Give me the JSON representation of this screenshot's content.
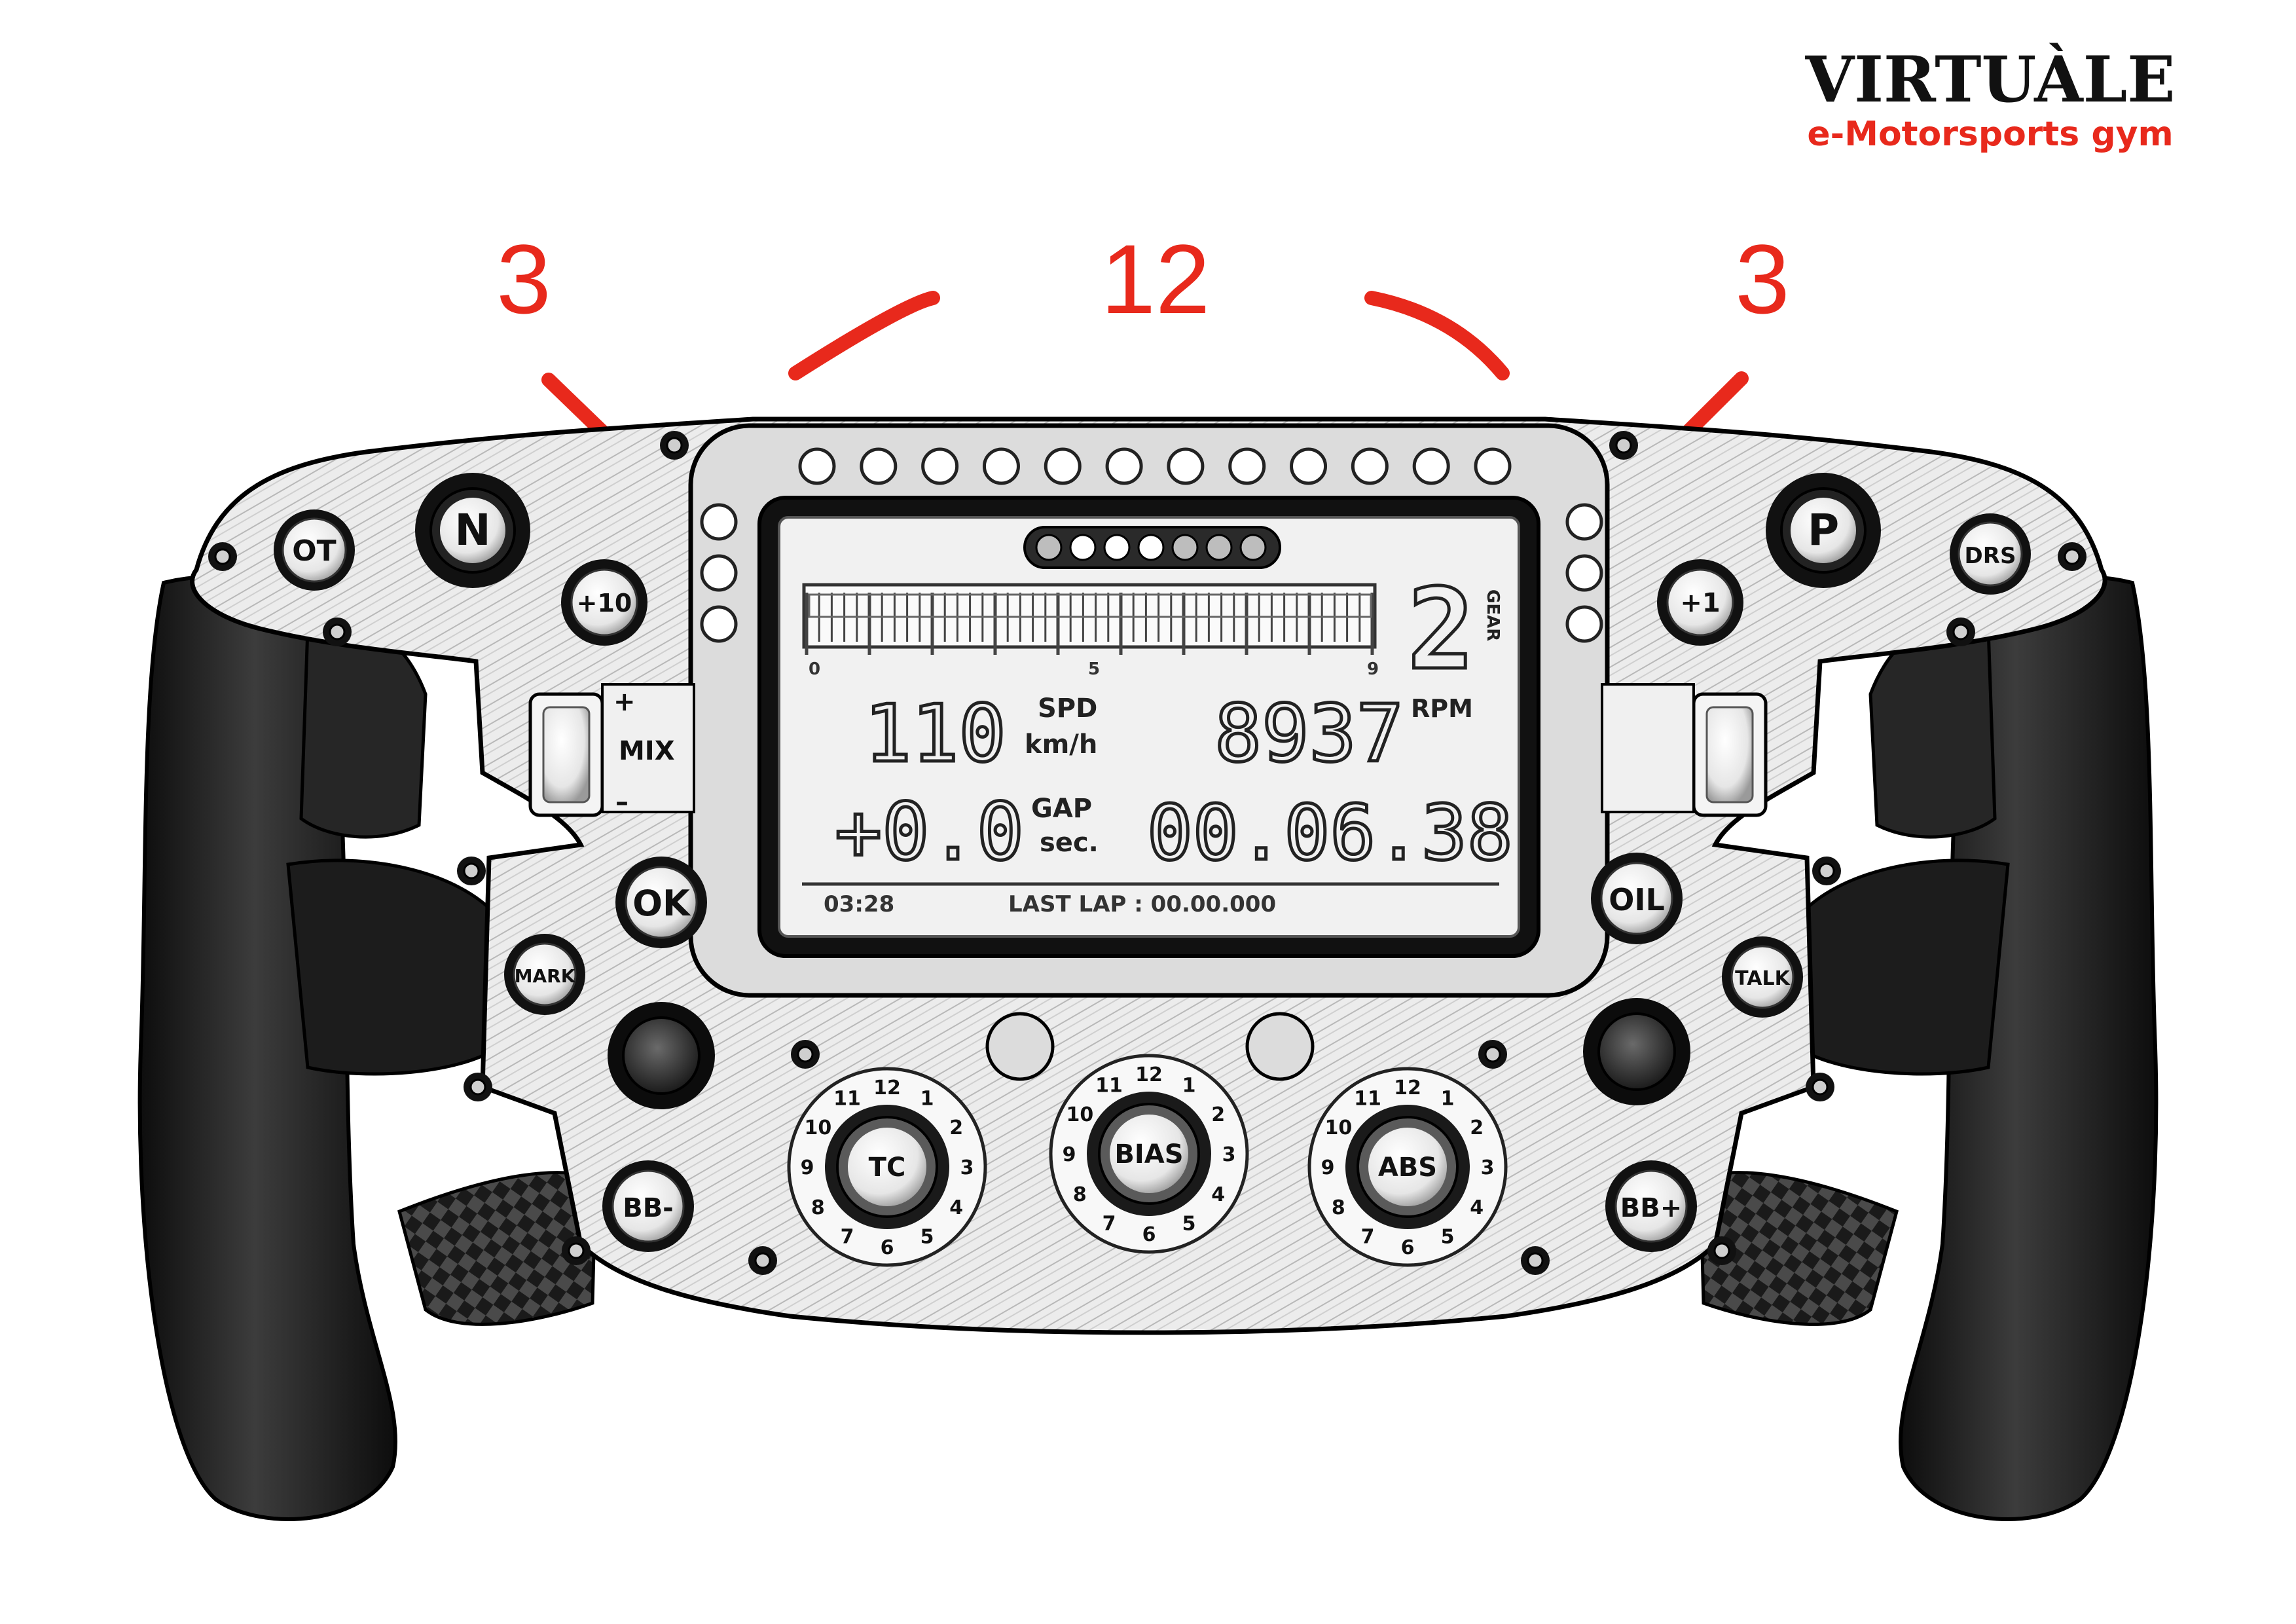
{
  "brand": {
    "title": "VIRTUÀLE",
    "subtitle": "e-Motorsports gym",
    "accent_color": "#e8291c"
  },
  "callouts": {
    "left_count": "3",
    "top_count": "12",
    "right_count": "3"
  },
  "leds": {
    "top_count": 12,
    "left_count": 3,
    "right_count": 3,
    "center_count": 7
  },
  "buttons": {
    "ot": "OT",
    "n": "N",
    "plus10": "+10",
    "mix": "MIX",
    "mix_plus": "+",
    "mix_minus": "–",
    "ok": "OK",
    "mark": "MARK",
    "bb_minus": "BB-",
    "p": "P",
    "drs": "DRS",
    "plus1": "+1",
    "oil": "OIL",
    "talk": "TALK",
    "bb_plus": "BB+"
  },
  "display": {
    "gear": "2",
    "gear_label": "GEAR",
    "rpm_ticks": [
      "0",
      "5",
      "9"
    ],
    "speed": "110",
    "speed_label": "SPD",
    "speed_unit": "km/h",
    "rpm": "8937",
    "rpm_label": "RPM",
    "gap": "+0.0",
    "gap_label": "GAP",
    "gap_unit": "sec.",
    "laptime": "00.06.38",
    "clock": "03:28",
    "last_lap": "LAST LAP : 00.00.000"
  },
  "dials": [
    {
      "label": "TC",
      "positions": [
        "12",
        "1",
        "2",
        "3",
        "4",
        "5",
        "6",
        "7",
        "8",
        "9",
        "10",
        "11"
      ]
    },
    {
      "label": "BIAS",
      "positions": [
        "12",
        "1",
        "2",
        "3",
        "4",
        "5",
        "6",
        "7",
        "8",
        "9",
        "10",
        "11"
      ]
    },
    {
      "label": "ABS",
      "positions": [
        "12",
        "1",
        "2",
        "3",
        "4",
        "5",
        "6",
        "7",
        "8",
        "9",
        "10",
        "11"
      ]
    }
  ]
}
